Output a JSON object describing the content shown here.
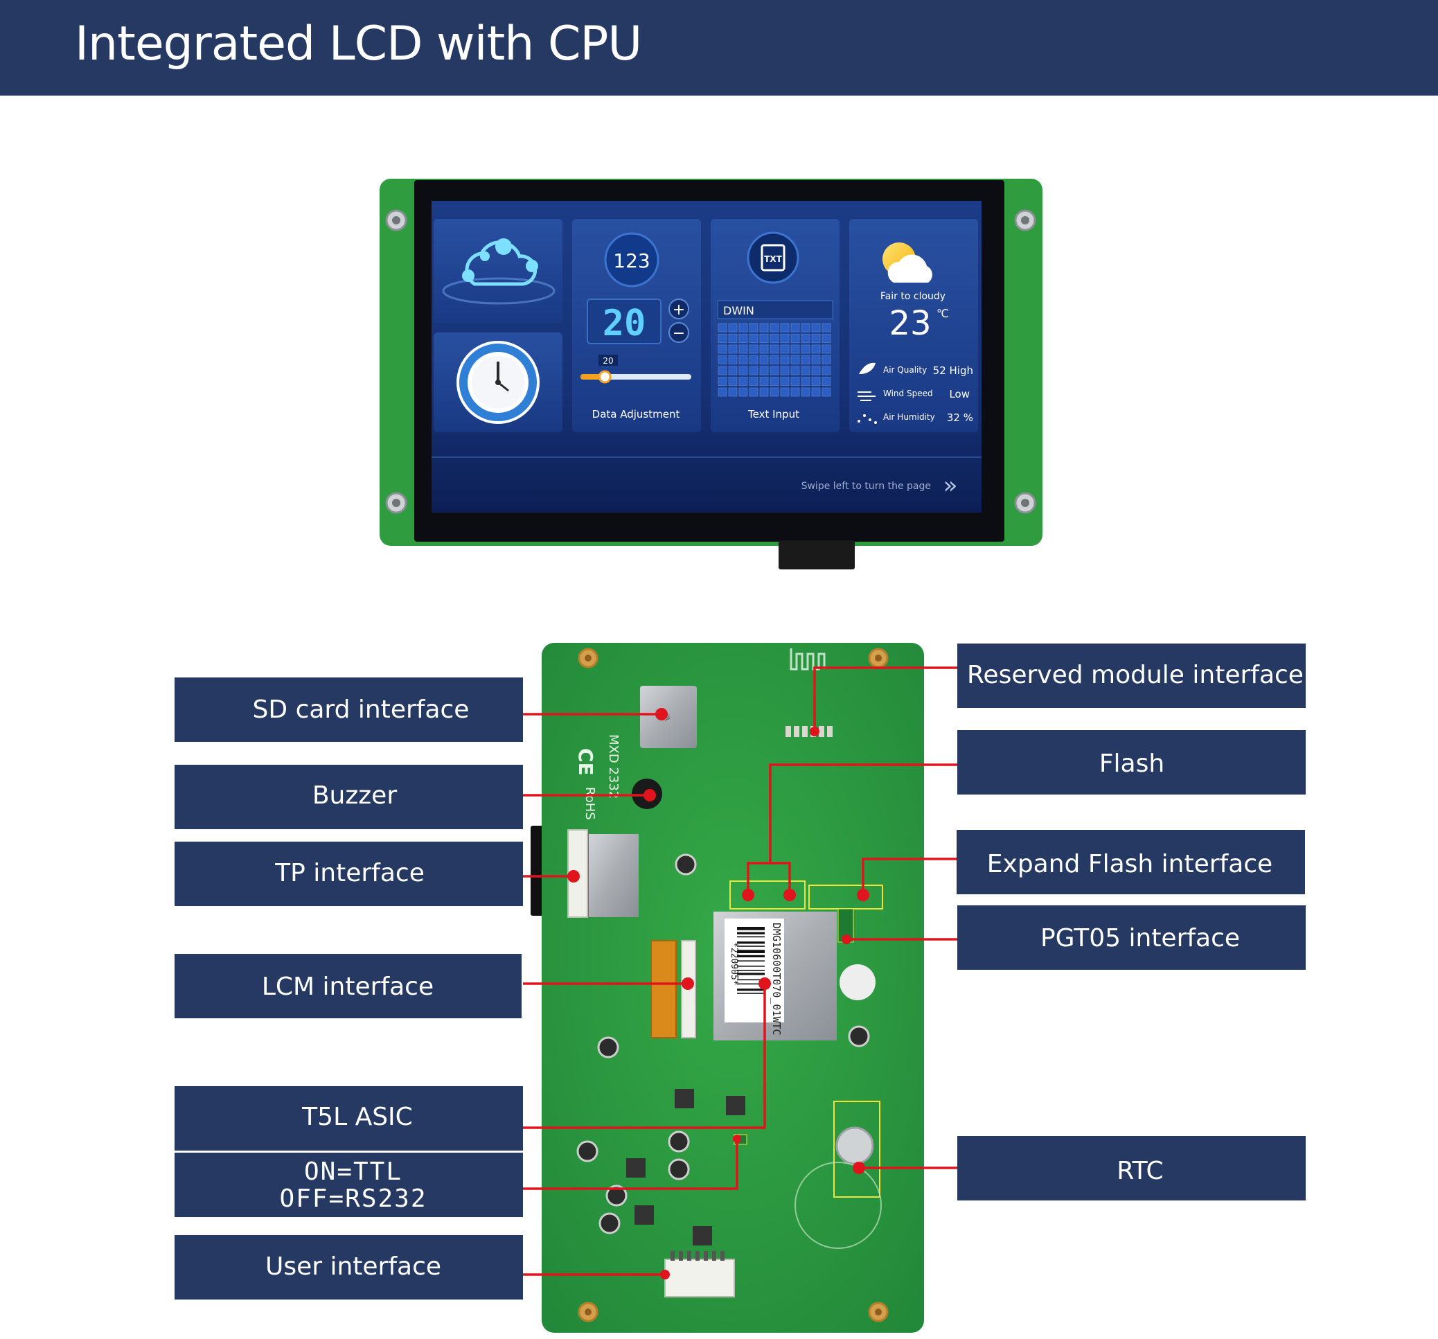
{
  "header": {
    "title": "Integrated LCD with CPU"
  },
  "screen": {
    "data_card": {
      "icon_text": "123",
      "value": "20",
      "slider_value": "20",
      "slider_level": 0.22,
      "label": "Data Adjustment",
      "plus": "+",
      "minus": "−"
    },
    "text_card": {
      "icon_text": "TXT",
      "input_value": "DWIN",
      "label": "Text Input"
    },
    "weather_card": {
      "condition": "Fair to cloudy",
      "temperature": "23",
      "unit": "℃",
      "rows": [
        {
          "label": "Air Quality",
          "value": "52 High"
        },
        {
          "label": "Wind Speed",
          "value": "Low"
        },
        {
          "label": "Air Humidity",
          "value": "32 %"
        }
      ]
    },
    "footer_hint": "Swipe left to turn the page",
    "footer_arrows": "»"
  },
  "board_labels": {
    "left": [
      {
        "text": "SD card interface"
      },
      {
        "text": "Buzzer"
      },
      {
        "text": "TP interface"
      },
      {
        "text": "LCM interface"
      },
      {
        "text": "T5L ASIC"
      },
      {
        "text": "User interface"
      }
    ],
    "switch": {
      "line1": "ON=TTL",
      "line2": "OFF=RS232"
    },
    "right": [
      {
        "text": "Reserved module interface"
      },
      {
        "text": "Flash"
      },
      {
        "text": "Expand Flash interface"
      },
      {
        "text": "PGT05 interface"
      },
      {
        "text": "RTC"
      }
    ]
  },
  "board_markings": {
    "model": "DMG10600T070_01WTC",
    "serial": "*220905*",
    "code": "MXD 2332",
    "ce": "CE",
    "rohs": "RoHS"
  },
  "colors": {
    "banner": "#253962",
    "label_box": "#253962",
    "pcb_green": "#2f9e3f",
    "leader_line": "#e0141c"
  }
}
